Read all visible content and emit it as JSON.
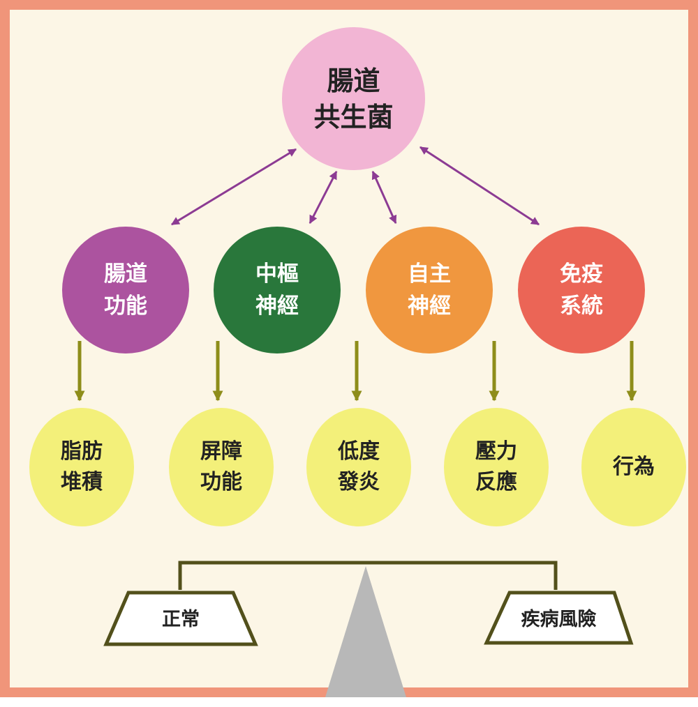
{
  "top": {
    "label": [
      "腸道",
      "共生菌"
    ],
    "color": "#f2b5d4"
  },
  "middle": [
    {
      "label": [
        "腸道",
        "功能"
      ],
      "color": "#ac539f"
    },
    {
      "label": [
        "中樞",
        "神經"
      ],
      "color": "#29773b"
    },
    {
      "label": [
        "自主",
        "神經"
      ],
      "color": "#f0973f"
    },
    {
      "label": [
        "免疫",
        "系統"
      ],
      "color": "#eb6556"
    }
  ],
  "bottom": [
    {
      "label": [
        "脂肪",
        "堆積"
      ]
    },
    {
      "label": [
        "屏障",
        "功能"
      ]
    },
    {
      "label": [
        "低度",
        "發炎"
      ]
    },
    {
      "label": [
        "壓力",
        "反應"
      ]
    },
    {
      "label": [
        "行為"
      ]
    }
  ],
  "balance": {
    "left": "正常",
    "right": "疾病風險"
  },
  "colors": {
    "frame": "#f0957a",
    "background": "#fcf6e6",
    "bottom_node": "#f3f07a",
    "double_arrow": "#8c3b93",
    "down_arrow": "#8e8d1a",
    "balance_line": "#52501b",
    "fulcrum": "#b8b8b8"
  }
}
